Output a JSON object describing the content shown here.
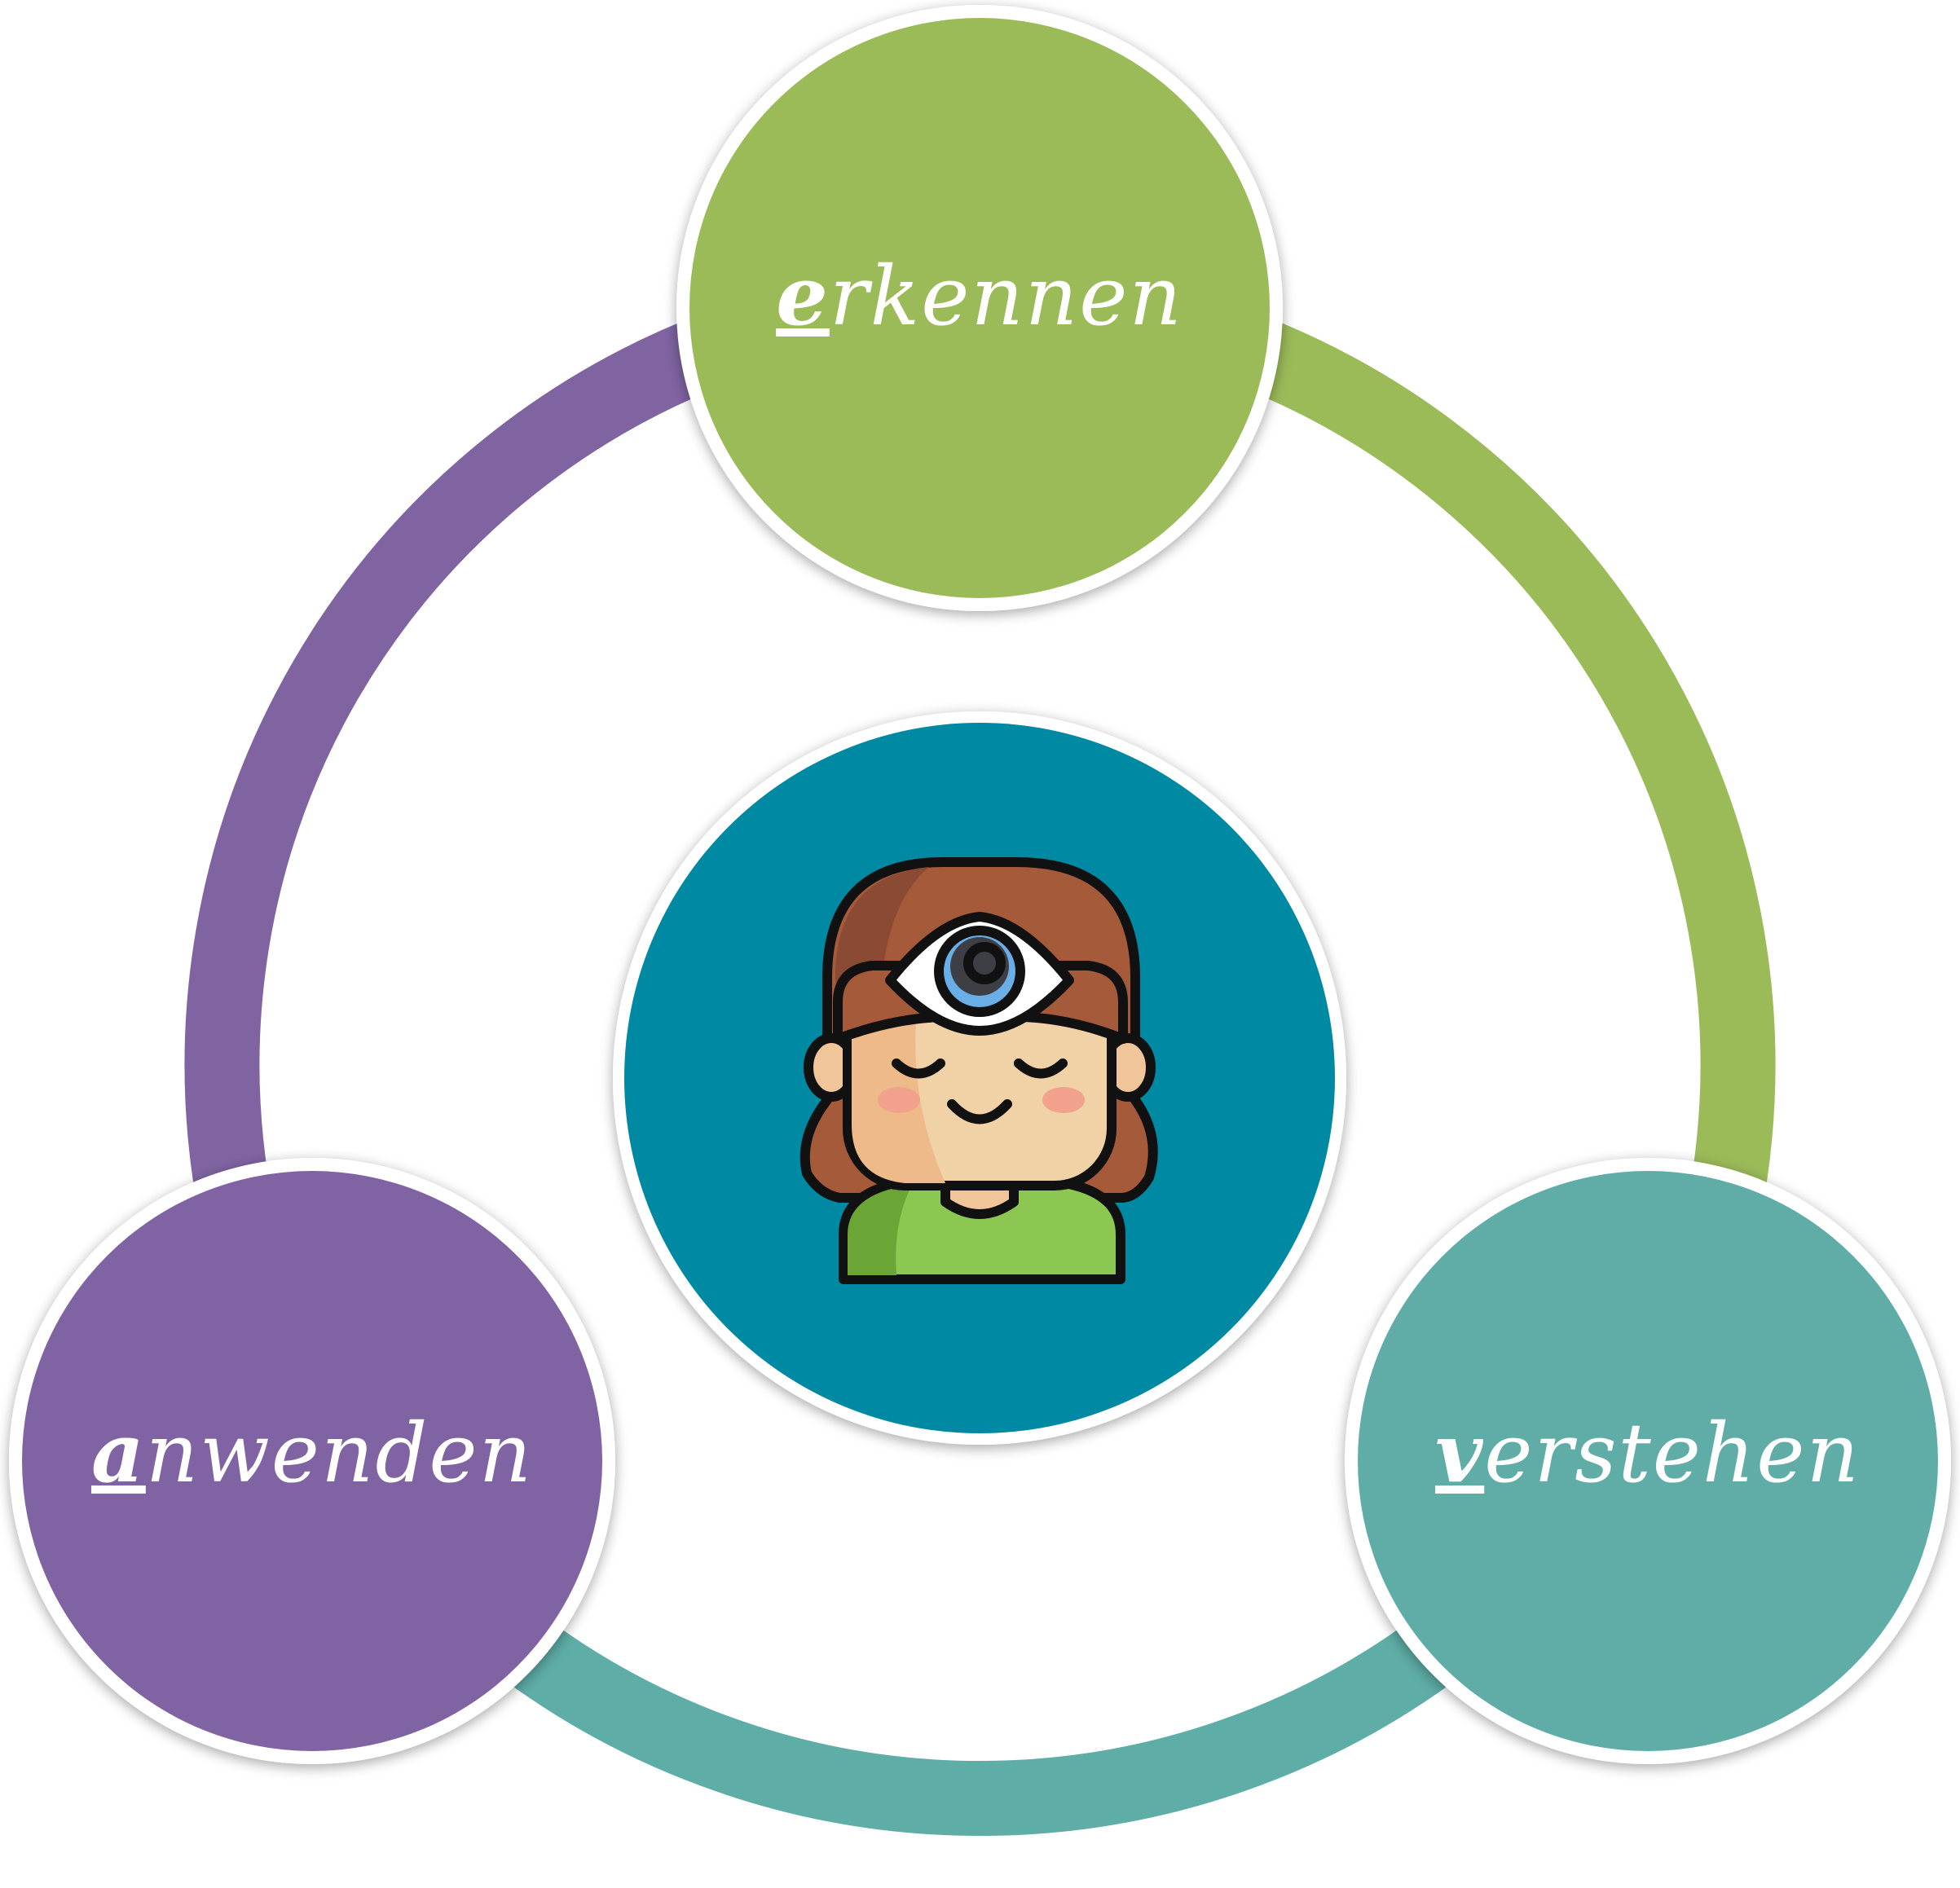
{
  "colors": {
    "green": "#9bbb59",
    "purple": "#8064a2",
    "teal": "#5eada6",
    "center": "#0389a2",
    "border": "#ffffff"
  },
  "nodes": [
    {
      "id": "erkennen",
      "first": "e",
      "rest": "rkennen",
      "color": "#9bbb59"
    },
    {
      "id": "verstehen",
      "first": "v",
      "rest": "erstehen",
      "color": "#5eada6"
    },
    {
      "id": "anwenden",
      "first": "a",
      "rest": "nwenden",
      "color": "#8064a2"
    }
  ],
  "center_icon": "meditating-girl-with-third-eye-icon"
}
